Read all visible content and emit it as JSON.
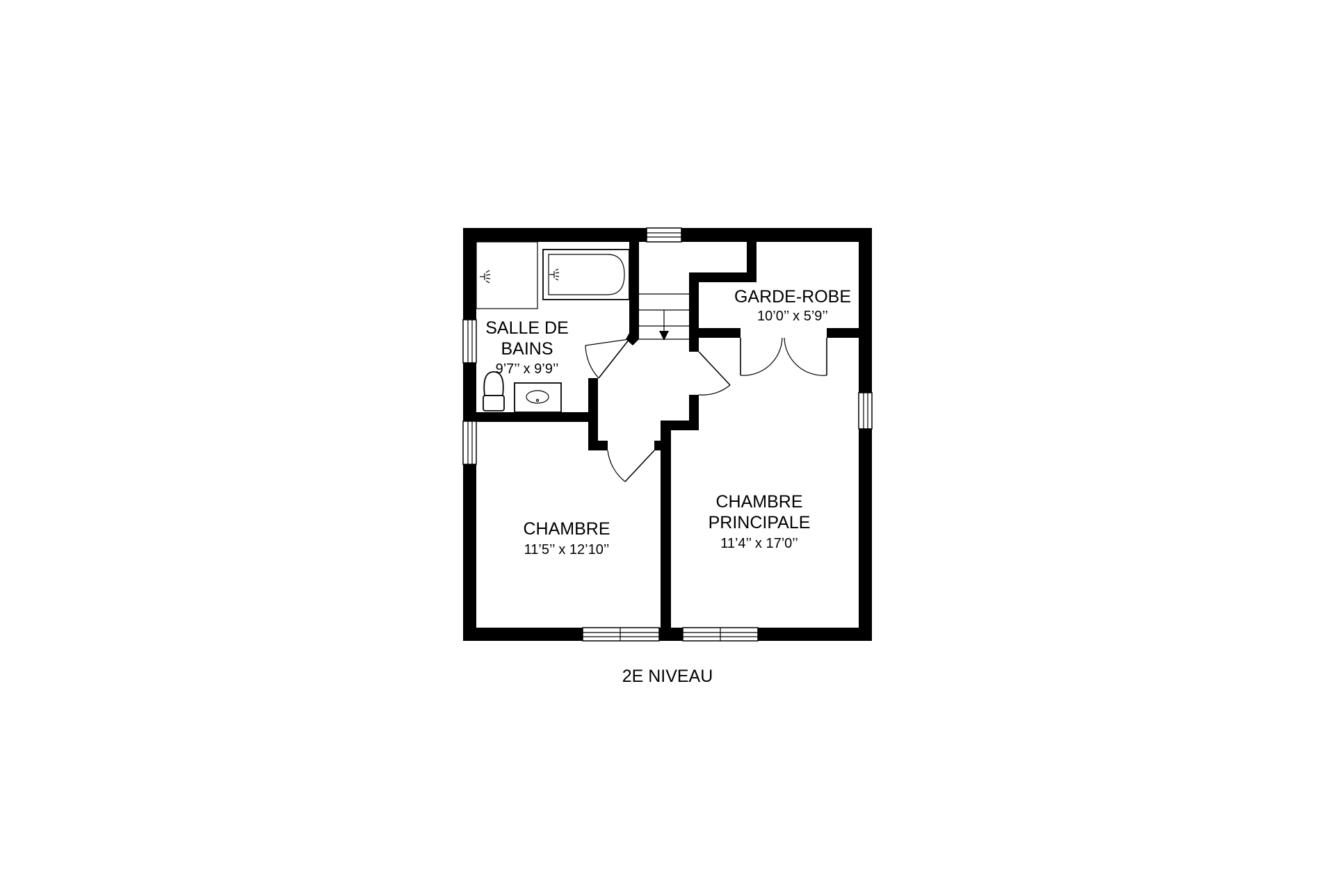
{
  "floor_label": "2E NIVEAU",
  "rooms": {
    "salle_de_bains": {
      "name_line1": "SALLE DE",
      "name_line2": "BAINS",
      "dimensions": "9’7’’ x 9’9’’"
    },
    "garde_robe": {
      "name": "GARDE-ROBE",
      "dimensions": "10’0’’ x 5’9’’"
    },
    "chambre": {
      "name": "CHAMBRE",
      "dimensions": "11’5’’ x 12’10’’"
    },
    "chambre_principale": {
      "name_line1": "CHAMBRE",
      "name_line2": "PRINCIPALE",
      "dimensions": "11’4’’ x 17’0’’"
    }
  },
  "colors": {
    "wall": "#000000",
    "background": "#ffffff"
  }
}
